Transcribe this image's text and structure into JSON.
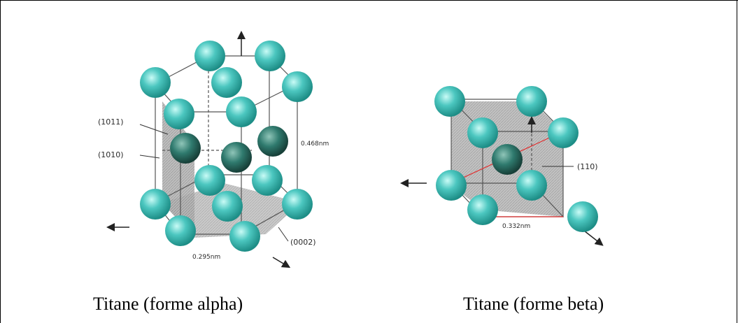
{
  "alpha": {
    "caption": "Titane (forme alpha)",
    "labels": {
      "plane_1011": "(1011)",
      "plane_1010": "(1010)",
      "height": "0.468nm",
      "plane_0002": "(0002)",
      "base": "0.295nm"
    }
  },
  "beta": {
    "caption": "Titane (forme beta)",
    "labels": {
      "plane_110": "(110)",
      "edge": "0.332nm"
    }
  },
  "colors": {
    "atom": "#4cc7c0",
    "atom_dark": "#2f7a6e",
    "shaded_plane": "#a9a9a9",
    "plane_110_line": "#e03030"
  }
}
